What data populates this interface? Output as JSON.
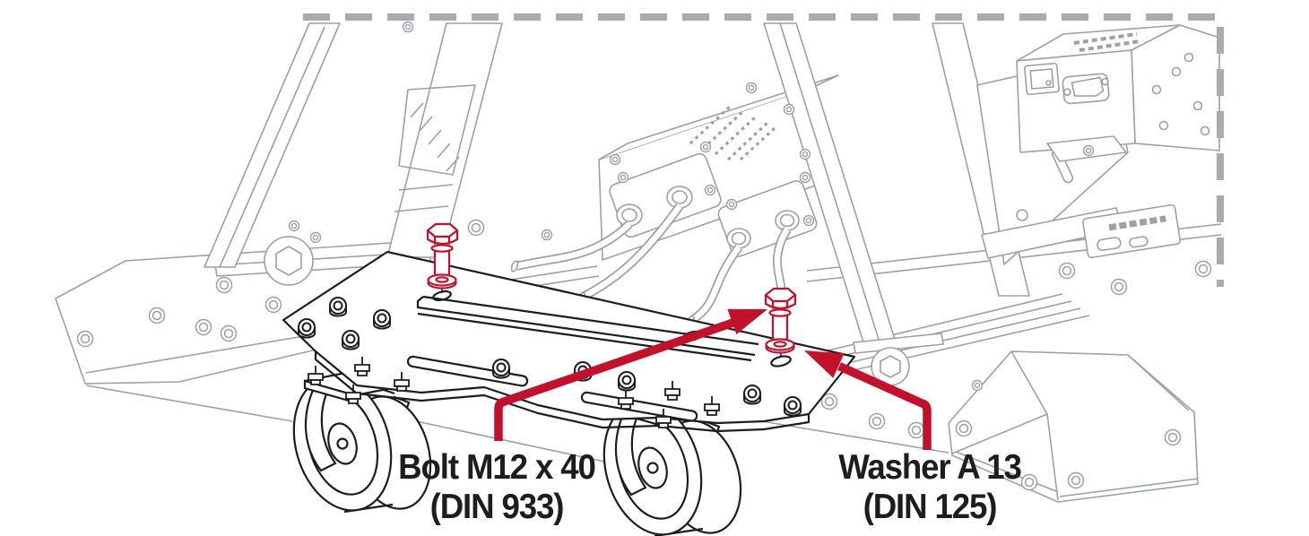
{
  "illustration": {
    "title": "Caster adapter plate mounting step",
    "background_color": "#ffffff",
    "colors": {
      "highlight": "#c3112b",
      "machine_lines": "#9da0a4",
      "foreground_lines": "#1d1d1b",
      "crop_boundary": "#a9abae",
      "label_text": "#1d1d1b"
    },
    "crop_boundary": {
      "style": "dashed",
      "edges": "top and right"
    },
    "callouts": {
      "bolt": {
        "line1": "Bolt M12 x 40",
        "line2": "(DIN 933)"
      },
      "washer": {
        "line1": "Washer A 13",
        "line2": "(DIN 125)"
      }
    },
    "highlighted_hardware": [
      {
        "part": "hex-bolt-m12x40",
        "count": 2
      },
      {
        "part": "washer-a13",
        "count": 2
      }
    ],
    "scene_parts": [
      "pedal-deck-uprights",
      "electronics-box-with-connectors",
      "connector-cables",
      "power-inlet-module",
      "frame-rails",
      "left-base-plate",
      "caster-adapter-plate",
      "caster-wheel-left",
      "caster-wheel-right",
      "base-corner-cover"
    ]
  }
}
